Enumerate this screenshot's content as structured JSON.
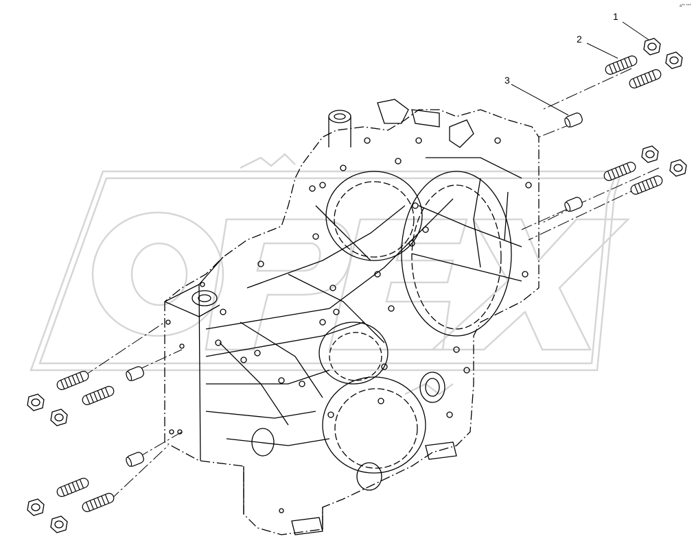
{
  "diagram": {
    "callouts": [
      {
        "number": "1"
      },
      {
        "number": "2"
      },
      {
        "number": "3"
      }
    ],
    "corner_mark": "a** ***",
    "watermark": "OPEX",
    "colors": {
      "line": "#000000",
      "watermark": "#d8d8d8",
      "background": "#ffffff"
    }
  }
}
